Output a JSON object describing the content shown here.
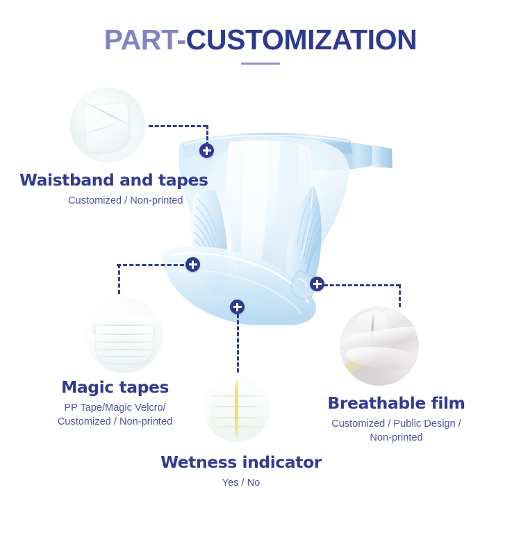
{
  "header": {
    "title_part_1": "PART",
    "title_dash": "-",
    "title_part_2": "CUSTOMIZATION",
    "accent_light": "#7e84c6",
    "accent_dark": "#2f3a8f",
    "rule_color": "#8d93d2"
  },
  "features": [
    {
      "id": "waistband-and-tapes",
      "heading": "Waistband and tapes",
      "subtitle": "Customized / Non-printed",
      "photo": "waistband-tape-closeup"
    },
    {
      "id": "magic-tapes",
      "heading": "Magic tapes",
      "subtitle_line_1": "PP Tape/Magic Velcro/",
      "subtitle_line_2": "Customized / Non-printed",
      "photo": "magic-tape-diaper-closeup"
    },
    {
      "id": "wetness-indicator",
      "heading": "Wetness indicator",
      "subtitle": "Yes / No",
      "photo": "wetness-indicator-stripe-closeup"
    },
    {
      "id": "breathable-film",
      "heading": "Breathable film",
      "subtitle_line_1": "Customized / Public Design /",
      "subtitle_line_2": "Non-printed",
      "photo": "breathable-film-closeup"
    }
  ],
  "markers": {
    "waistband_label": "+",
    "magic_label": "+",
    "wetness_label": "+",
    "breathable_label": "+"
  },
  "illustration": {
    "name": "baby-diaper-product-illustration",
    "base_color": "#bedcf2",
    "highlight_color": "#ffffff"
  }
}
